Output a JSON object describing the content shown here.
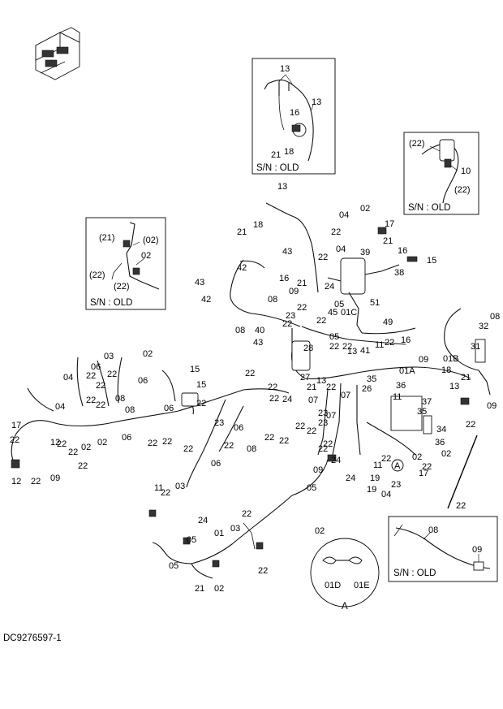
{
  "diagram_code": "DC9276597-1",
  "insets": [
    {
      "id": "top-center",
      "caption": "S/N : OLD",
      "labels": [
        "13",
        "13",
        "16",
        "21",
        "18"
      ]
    },
    {
      "id": "top-right",
      "caption": "S/N : OLD",
      "labels": [
        "(22)",
        "10",
        "(22)"
      ]
    },
    {
      "id": "left",
      "caption": "S/N : OLD",
      "labels": [
        "(21)",
        "(02)",
        "02",
        "(22)",
        "(22)"
      ]
    },
    {
      "id": "bottom-right",
      "caption": "S/N : OLD",
      "labels": [
        "08",
        "09"
      ]
    }
  ],
  "detail_A": {
    "labels": [
      "01D",
      "01E"
    ],
    "letter": "A",
    "marker": "A"
  },
  "part_labels": [
    "13",
    "02",
    "04",
    "17",
    "18",
    "21",
    "21",
    "22",
    "16",
    "43",
    "42",
    "43",
    "42",
    "22",
    "04",
    "39",
    "15",
    "38",
    "16",
    "21",
    "24",
    "45",
    "05",
    "51",
    "09",
    "08",
    "22",
    "23",
    "01C",
    "49",
    "22",
    "16",
    "40",
    "22",
    "08",
    "22",
    "43",
    "05",
    "22",
    "22",
    "28",
    "13",
    "41",
    "22",
    "11",
    "09",
    "01A",
    "01B",
    "18",
    "21",
    "13",
    "31",
    "32",
    "08",
    "09",
    "22",
    "22",
    "27",
    "13",
    "35",
    "36",
    "26",
    "11",
    "37",
    "35",
    "34",
    "36",
    "02",
    "22",
    "02",
    "22",
    "17",
    "24",
    "23",
    "04",
    "19",
    "22",
    "19",
    "11",
    "21",
    "22",
    "07",
    "07",
    "07",
    "23",
    "22",
    "24",
    "09",
    "22",
    "22",
    "05",
    "22",
    "22",
    "23",
    "24",
    "22",
    "03",
    "01",
    "05",
    "05",
    "21",
    "02",
    "22",
    "02",
    "22",
    "03",
    "02",
    "04",
    "06",
    "22",
    "22",
    "22",
    "22",
    "08",
    "08",
    "15",
    "15",
    "22",
    "22",
    "22",
    "06",
    "06",
    "06",
    "06",
    "06",
    "04",
    "22",
    "02",
    "22",
    "22",
    "17",
    "22",
    "12",
    "12",
    "22",
    "09",
    "22",
    "22",
    "24",
    "23",
    "22",
    "11",
    "22",
    "03",
    "08",
    "22",
    "02"
  ]
}
